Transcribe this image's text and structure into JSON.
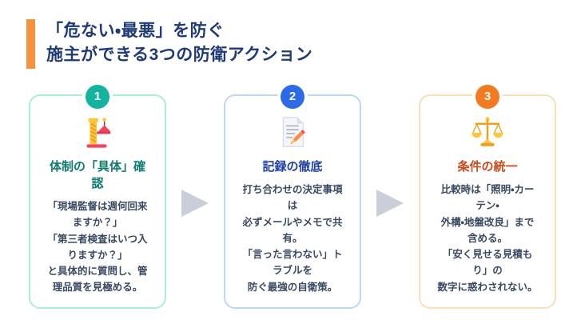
{
  "header": {
    "accent_bar_color": "#F6913E",
    "title": "「危ない・最悪」を防ぐ\n施主ができる3つの防衛アクション",
    "title_color": "#1E3A78"
  },
  "arrow": {
    "color": "#C9CED8",
    "icon": "right-arrow-icon"
  },
  "body_text_color": "#3A4A63",
  "cards": [
    {
      "number": "1",
      "badge_color": "#12B4A0",
      "border_color": "#A9EFD8",
      "title_color": "#0E7C6F",
      "icon": "construction-crane-icon",
      "title": "体制の「具体」確\n認",
      "body": "「現場監督は週何回来\nますか？」\n「第三者検査はいつ入\nりますか？」\nと具体的に質問し、管\n理品質を見極める。"
    },
    {
      "number": "2",
      "badge_color": "#2B6BE8",
      "border_color": "#BCD7F7",
      "title_color": "#1E40AF",
      "icon": "memo-pencil-icon",
      "title": "記録の徹底",
      "body": "打ち合わせの決定事項\nは\n必ずメールやメモで共\n有。\n「言った言わない」ト\nラブルを\n防ぐ最強の自衛策。"
    },
    {
      "number": "3",
      "badge_color": "#F47A1F",
      "border_color": "#FBDFB6",
      "title_color": "#CC4A1C",
      "icon": "balance-scale-icon",
      "title": "条件の統一",
      "body": "比較時は「照明・カー\nテン・\n外構・地盤改良」まで\n含める。\n「安く見せる見積も\nり」の\n数字に惑わされない。"
    }
  ]
}
